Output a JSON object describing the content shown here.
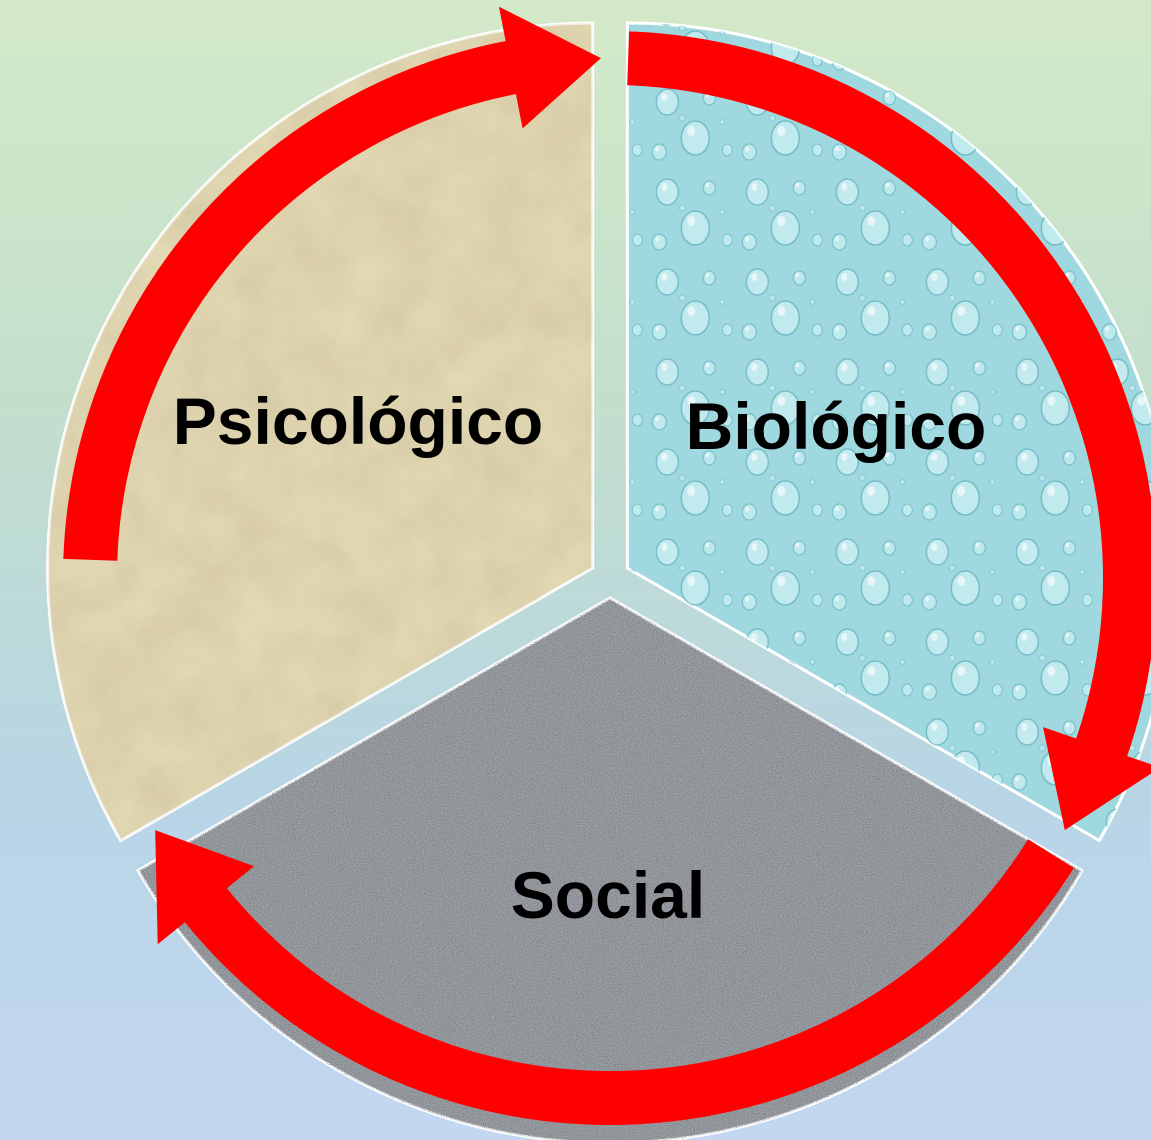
{
  "diagram": {
    "segments": [
      {
        "id": "psicologico",
        "label": "Psicológico",
        "texture": "sand",
        "color": "#e6dcb7"
      },
      {
        "id": "biologico",
        "label": "Biológico",
        "texture": "water-drops",
        "color": "#9fd8df"
      },
      {
        "id": "social",
        "label": "Social",
        "texture": "granite",
        "color": "#9ea3a8"
      }
    ],
    "cycle_arrows": {
      "color": "#ff0000",
      "direction": "clockwise",
      "count": 3
    }
  }
}
